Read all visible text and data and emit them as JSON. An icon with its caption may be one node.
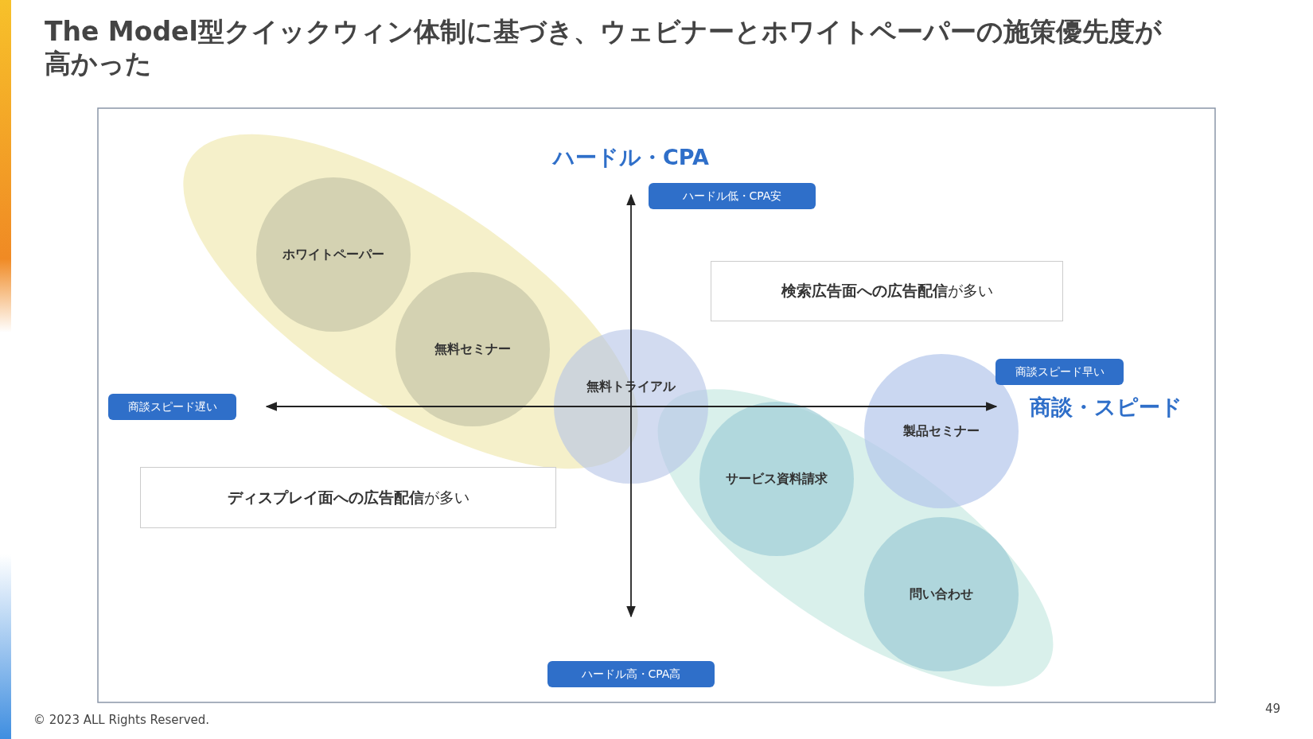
{
  "diagram": {
    "title": "The Model型クイックウィン体制に基づき、ウェビナーとホワイトペーパーの施策優先度が高かった",
    "nodes": [
      {
        "text": [
          "ホワイトペーパー"
        ]
      },
      {
        "text": [
          "無料セミナー"
        ]
      },
      {
        "text": [
          "無料トライアル"
        ]
      },
      {
        "text": [
          "サービス資料請求"
        ]
      },
      {
        "text": [
          "製品セミナー"
        ]
      },
      {
        "text": [
          "問い合わせ"
        ]
      },
      {
        "text": [
          "ハードル低・CPA安"
        ]
      },
      {
        "text": [
          "ハードル高・CPA高"
        ]
      },
      {
        "text": [
          "商談スピード遅い"
        ]
      },
      {
        "text": [
          "商談スピード早い"
        ]
      },
      {
        "text": [
          "**検索広告面への広告配信**が多い"
        ]
      },
      {
        "text": [
          "**ディスプレイ面への広告配信**が多い"
        ]
      }
    ],
    "labels": [
      "ハードル・CPA",
      "商談・スピード",
      "© 2023 ALL Rights Reserved.",
      "49"
    ]
  }
}
